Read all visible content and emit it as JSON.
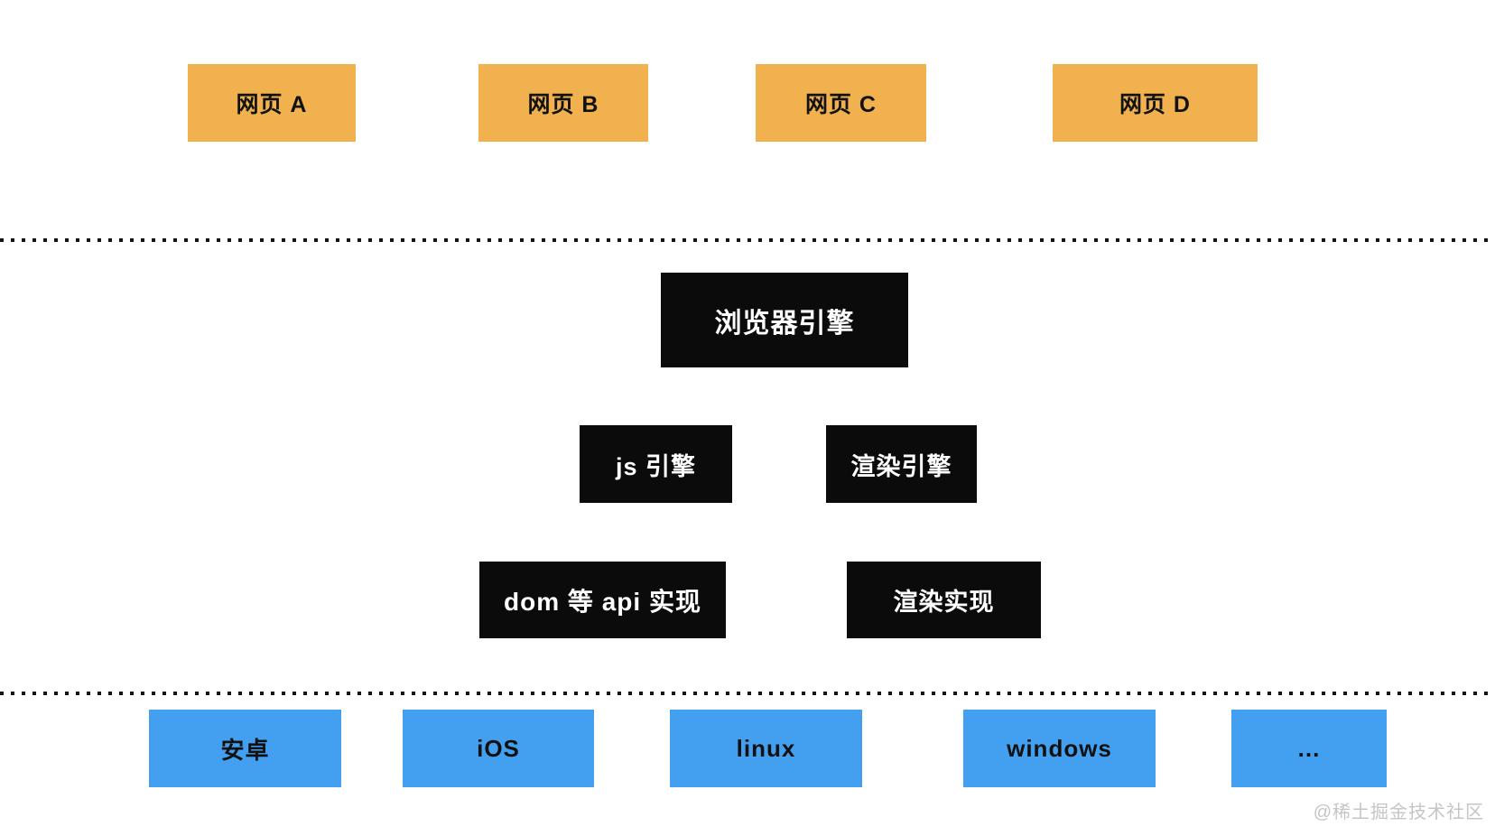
{
  "diagram": {
    "webpages": [
      {
        "label": "网页 A"
      },
      {
        "label": "网页 B"
      },
      {
        "label": "网页 C"
      },
      {
        "label": "网页 D"
      }
    ],
    "browser_engine": {
      "label": "浏览器引擎"
    },
    "engines": [
      {
        "label": "js 引擎"
      },
      {
        "label": "渲染引擎"
      }
    ],
    "implementations": [
      {
        "label": "dom 等 api 实现"
      },
      {
        "label": "渲染实现"
      }
    ],
    "platforms": [
      {
        "label": "安卓"
      },
      {
        "label": "iOS"
      },
      {
        "label": "linux"
      },
      {
        "label": "windows"
      },
      {
        "label": "..."
      }
    ],
    "watermark": "@稀土掘金技术社区",
    "colors": {
      "webpage_box": "#f0b14e",
      "engine_box": "#0b0b0b",
      "platform_box": "#43a0f0",
      "divider_dots": "#141414",
      "watermark_text": "#c5c5c5"
    }
  }
}
